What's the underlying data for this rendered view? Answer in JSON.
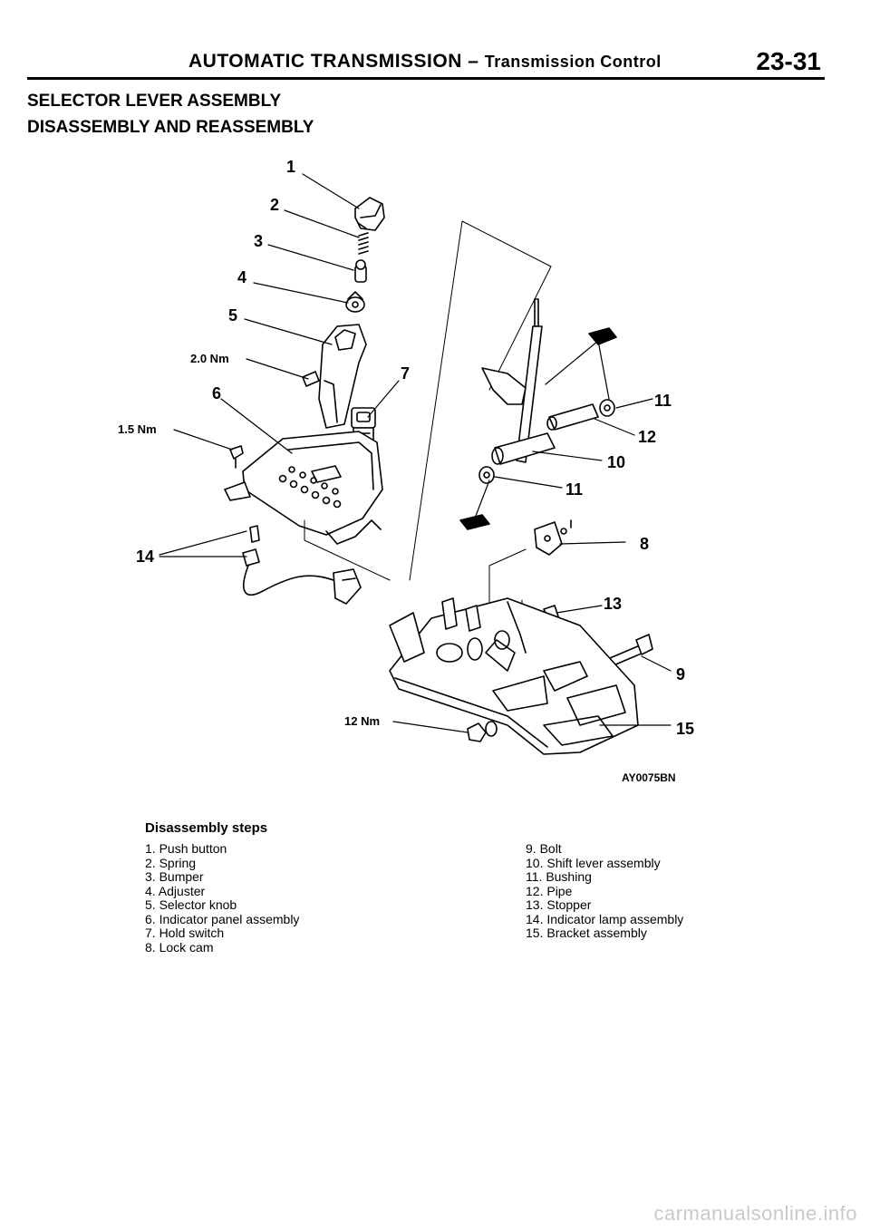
{
  "header": {
    "title": "AUTOMATIC TRANSMISSION",
    "dash": "–",
    "subtitle": "Transmission Control",
    "page_number": "23-31"
  },
  "headings": [
    "SELECTOR LEVER ASSEMBLY",
    "DISASSEMBLY AND REASSEMBLY"
  ],
  "figure": {
    "callouts": [
      "1",
      "2",
      "3",
      "4",
      "5",
      "6",
      "7",
      "8",
      "9",
      "10",
      "11",
      "11",
      "12",
      "13",
      "14",
      "15"
    ],
    "torques": [
      "2.0 Nm",
      "1.5 Nm",
      "12 Nm"
    ],
    "figure_code": "AY0075BN"
  },
  "steps": {
    "title": "Disassembly steps",
    "left": [
      "1. Push button",
      "2. Spring",
      "3. Bumper",
      "4. Adjuster",
      "5. Selector knob",
      "6. Indicator panel assembly",
      "7. Hold switch",
      "8. Lock cam"
    ],
    "right": [
      "9. Bolt",
      "10. Shift lever assembly",
      "11. Bushing",
      "12. Pipe",
      "13. Stopper",
      "14. Indicator lamp assembly",
      "15. Bracket assembly"
    ]
  },
  "watermark": "carmanualsonline.info"
}
